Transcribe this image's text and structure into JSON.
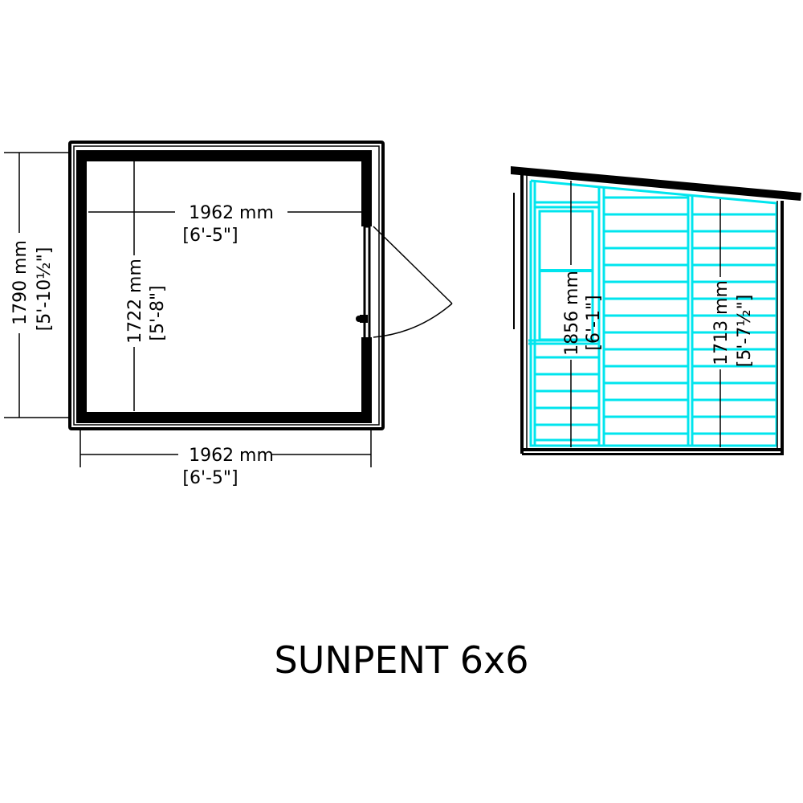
{
  "title": "SUNPENT 6x6",
  "plan_view": {
    "name": "floor-plan",
    "dimensions": {
      "outer_depth": {
        "mm": "1790 mm",
        "imperial": "[5'-10½\"]"
      },
      "inner_depth": {
        "mm": "1722 mm",
        "imperial": "[5'-8\"]"
      },
      "inner_width": {
        "mm": "1962 mm",
        "imperial": "[6'-5\"]"
      },
      "outer_width": {
        "mm": "1962 mm",
        "imperial": "[6'-5\"]"
      }
    },
    "door": "hinged door with swing arc on right side"
  },
  "side_view": {
    "name": "side-elevation",
    "roof": "pent (single slope)",
    "dimensions": {
      "front_height": {
        "mm": "1856 mm",
        "imperial": "[6'-1\"]"
      },
      "rear_height": {
        "mm": "1713 mm",
        "imperial": "[5'-7½\"]"
      }
    },
    "cladding_color": "#00e5ee",
    "line_color": "#000000"
  }
}
